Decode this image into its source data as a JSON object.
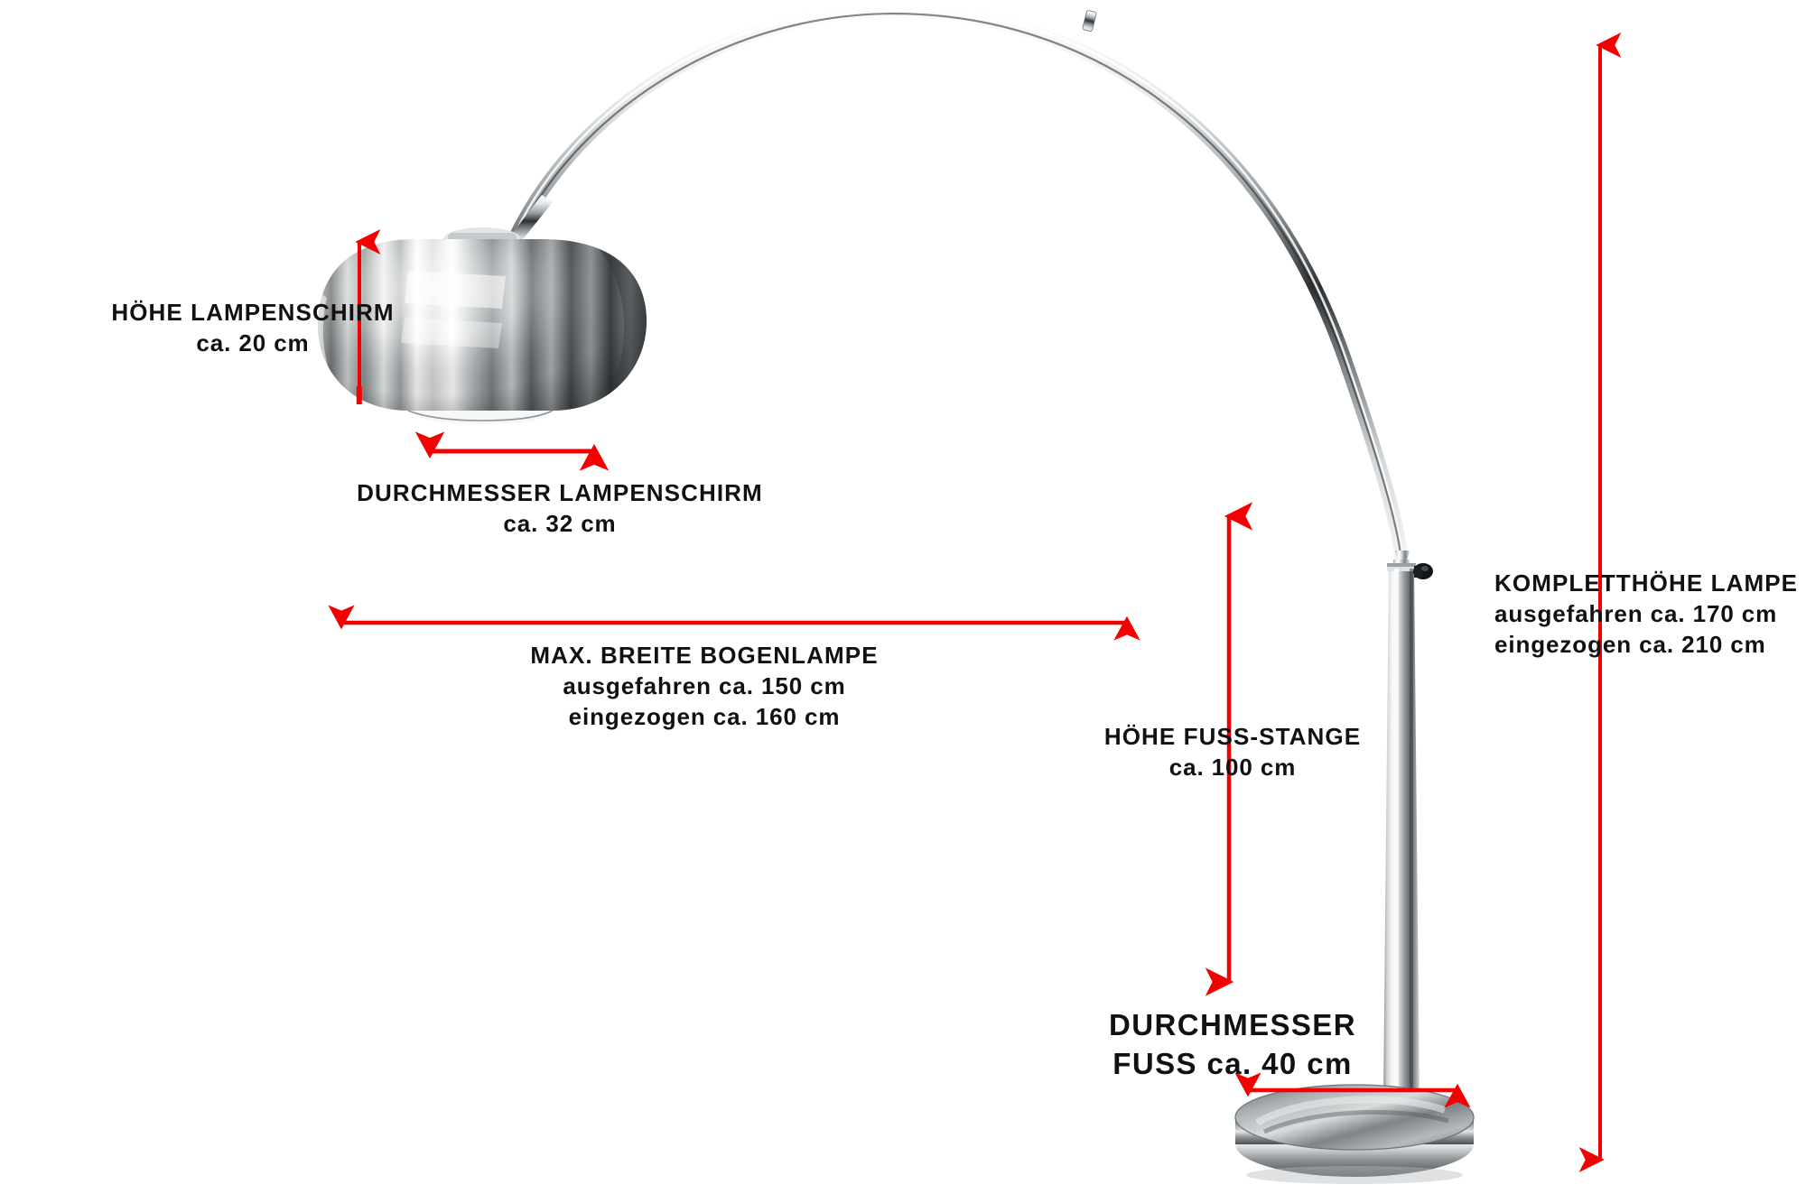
{
  "diagram": {
    "title": "Bogenlampe Massskizze",
    "background_color": "#ffffff",
    "dimension_color": "#f50000",
    "text_color": "#111111"
  },
  "labels": {
    "shade_height": {
      "title": "HÖHE LAMPENSCHIRM",
      "value": "ca. 20 cm"
    },
    "shade_diameter": {
      "title": "DURCHMESSER LAMPENSCHIRM",
      "value": "ca. 32 cm"
    },
    "max_width": {
      "title": "MAX. BREITE BOGENLAMPE",
      "value_extended": "ausgefahren ca. 150 cm",
      "value_retracted": "eingezogen ca. 160 cm"
    },
    "total_height": {
      "title": "KOMPLETTHÖHE LAMPE",
      "value_extended": "ausgefahren ca. 170 cm",
      "value_retracted": "eingezogen ca. 210 cm"
    },
    "pole_height": {
      "title": "HÖHE FUSS-STANGE",
      "value": "ca. 100 cm"
    },
    "base_diameter": {
      "title": "DURCHMESSER",
      "value": "FUSS ca. 40 cm"
    }
  },
  "measurements": [
    {
      "name": "shade-height",
      "label": "HÖHE LAMPENSCHIRM",
      "value_cm": 20,
      "orientation": "vertical"
    },
    {
      "name": "shade-diameter",
      "label": "DURCHMESSER LAMPENSCHIRM",
      "value_cm": 32,
      "orientation": "horizontal"
    },
    {
      "name": "max-width",
      "label": "MAX. BREITE BOGENLAMPE",
      "value_cm": 150,
      "orientation": "horizontal"
    },
    {
      "name": "total-height",
      "label": "KOMPLETTHÖHE LAMPE",
      "value_cm": 170,
      "orientation": "vertical"
    },
    {
      "name": "pole-height",
      "label": "HÖHE FUSS-STANGE",
      "value_cm": 100,
      "orientation": "vertical"
    },
    {
      "name": "base-diameter",
      "label": "DURCHMESSER FUSS",
      "value_cm": 40,
      "orientation": "horizontal"
    }
  ]
}
